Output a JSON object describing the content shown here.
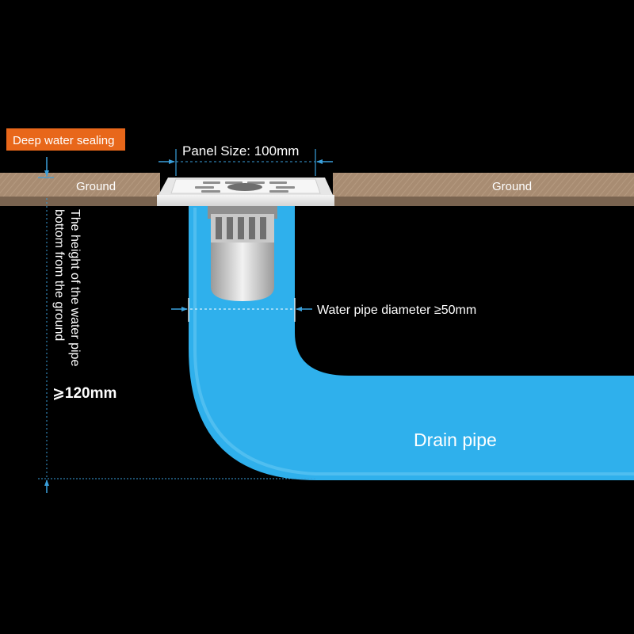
{
  "badge": {
    "text": "Deep water sealing",
    "color": "#E8671A"
  },
  "panel_size": {
    "label": "Panel Size: 100mm"
  },
  "ground": {
    "left_label": "Ground",
    "right_label": "Ground",
    "color": "#A88C72"
  },
  "pipe": {
    "diameter_label": "Water pipe diameter ≥50mm",
    "drain_label": "Drain pipe",
    "color": "#2FB0EC"
  },
  "height": {
    "line1": "The height of the water pipe",
    "line2": "bottom from the ground",
    "value": "⩾120mm"
  },
  "colors": {
    "background": "#000000",
    "dimension_line": "#3AA0DC",
    "text": "#FFFFFF"
  }
}
